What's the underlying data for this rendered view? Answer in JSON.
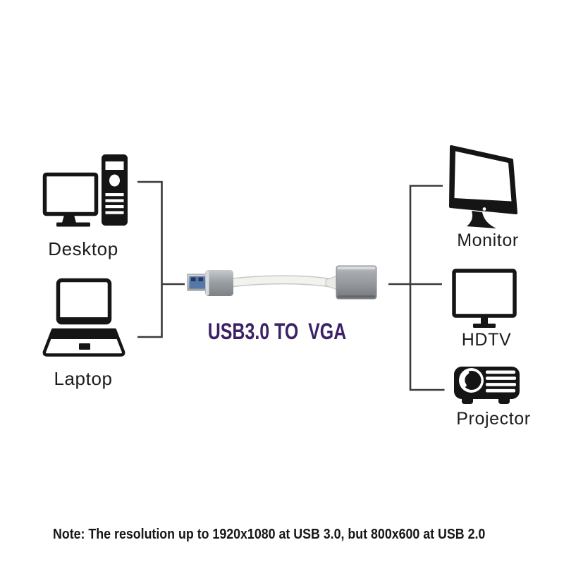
{
  "product_title": "USB3.0 TO  VGA",
  "devices": {
    "sources": [
      {
        "icon": "desktop-computer-icon",
        "label": "Desktop"
      },
      {
        "icon": "laptop-icon",
        "label": "Laptop"
      }
    ],
    "outputs": [
      {
        "icon": "monitor-icon",
        "label": "Monitor"
      },
      {
        "icon": "hdtv-icon",
        "label": "HDTV"
      },
      {
        "icon": "projector-icon",
        "label": "Projector"
      }
    ]
  },
  "adapter": {
    "description": "USB 3.0 male plug with white cable to gray VGA adapter housing",
    "usb_plug_blue": "#5577aa",
    "cable_color": "#f2f2ee",
    "housing_color": "#95999d"
  },
  "note": "Note: The resolution up to 1920x1080 at USB 3.0, but 800x600 at USB 2.0",
  "colors": {
    "background": "#ffffff",
    "icon": "#151515",
    "connector_line": "#3a3a3a",
    "title_text": "#3b2166",
    "label_text": "#1c1c1c",
    "note_text": "#161616"
  }
}
